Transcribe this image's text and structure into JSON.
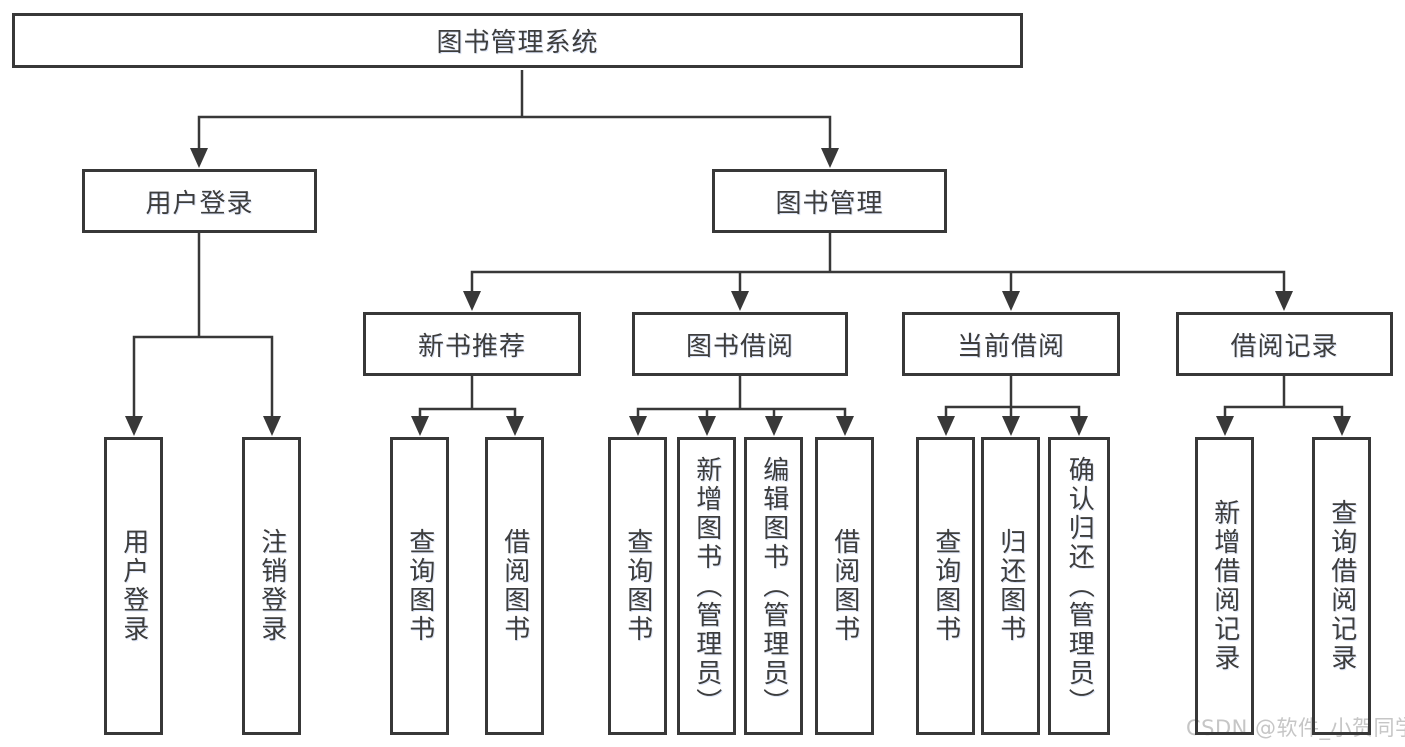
{
  "diagram": {
    "type": "tree",
    "root": {
      "label": "图书管理系统"
    },
    "branches": [
      {
        "label": "用户登录",
        "children": [
          {
            "label": "用户登录"
          },
          {
            "label": "注销登录"
          }
        ]
      },
      {
        "label": "图书管理",
        "children": [
          {
            "label": "新书推荐",
            "children": [
              {
                "label": "查询图书"
              },
              {
                "label": "借阅图书"
              }
            ]
          },
          {
            "label": "图书借阅",
            "children": [
              {
                "label": "查询图书"
              },
              {
                "label": "新增图书（管理员）"
              },
              {
                "label": "编辑图书（管理员）"
              },
              {
                "label": "借阅图书"
              }
            ]
          },
          {
            "label": "当前借阅",
            "children": [
              {
                "label": "查询图书"
              },
              {
                "label": "归还图书"
              },
              {
                "label": "确认归还（管理员）"
              }
            ]
          },
          {
            "label": "借阅记录",
            "children": [
              {
                "label": "新增借阅记录"
              },
              {
                "label": "查询借阅记录"
              }
            ]
          }
        ]
      }
    ],
    "watermark": "CSDN @软件_小贺同学",
    "colors": {
      "line": "#383838",
      "text": "#3d3d3d",
      "background": "#ffffff",
      "watermark": "#c6c6c6"
    }
  }
}
